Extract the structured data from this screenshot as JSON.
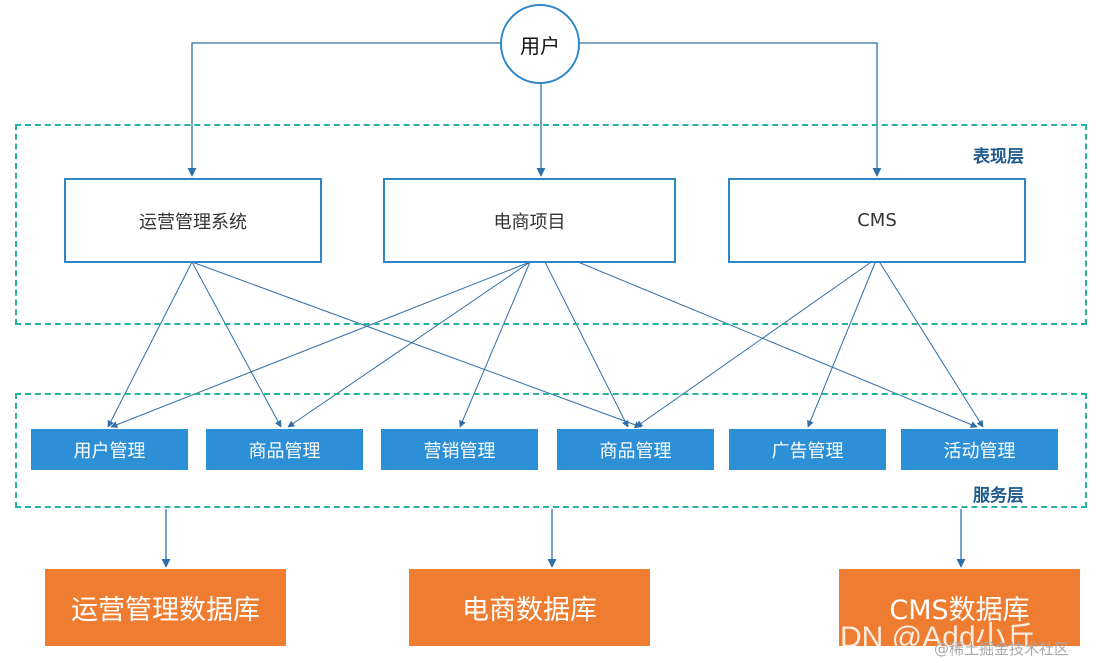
{
  "user": {
    "label": "用户"
  },
  "layers": {
    "presentation": {
      "label": "表现层"
    },
    "service": {
      "label": "服务层"
    }
  },
  "apps": [
    {
      "id": "ops",
      "label": "运营管理系统"
    },
    {
      "id": "ecom",
      "label": "电商项目"
    },
    {
      "id": "cms",
      "label": "CMS"
    }
  ],
  "services": [
    {
      "id": "user-mgmt",
      "label": "用户管理"
    },
    {
      "id": "goods-mgmt-1",
      "label": "商品管理"
    },
    {
      "id": "marketing-mgmt",
      "label": "营销管理"
    },
    {
      "id": "goods-mgmt-2",
      "label": "商品管理"
    },
    {
      "id": "ad-mgmt",
      "label": "广告管理"
    },
    {
      "id": "activity-mgmt",
      "label": "活动管理"
    }
  ],
  "databases": [
    {
      "id": "ops-db",
      "label": "运营管理数据库"
    },
    {
      "id": "ecom-db",
      "label": "电商数据库"
    },
    {
      "id": "cms-db",
      "label": "CMS数据库"
    }
  ],
  "connections": [
    {
      "from": "user",
      "to": "ops"
    },
    {
      "from": "user",
      "to": "ecom"
    },
    {
      "from": "user",
      "to": "cms"
    },
    {
      "from": "ops",
      "to": "user-mgmt"
    },
    {
      "from": "ops",
      "to": "goods-mgmt-1"
    },
    {
      "from": "ops",
      "to": "goods-mgmt-2"
    },
    {
      "from": "ecom",
      "to": "user-mgmt"
    },
    {
      "from": "ecom",
      "to": "goods-mgmt-1"
    },
    {
      "from": "ecom",
      "to": "marketing-mgmt"
    },
    {
      "from": "ecom",
      "to": "goods-mgmt-2"
    },
    {
      "from": "ecom",
      "to": "activity-mgmt"
    },
    {
      "from": "cms",
      "to": "goods-mgmt-2"
    },
    {
      "from": "cms",
      "to": "ad-mgmt"
    },
    {
      "from": "cms",
      "to": "activity-mgmt"
    },
    {
      "from": "service-layer",
      "to": "ops-db"
    },
    {
      "from": "service-layer",
      "to": "ecom-db"
    },
    {
      "from": "service-layer",
      "to": "cms-db"
    }
  ],
  "watermark": {
    "large": "DN @Add小丘",
    "small": "@稀土掘金技术社区"
  },
  "colors": {
    "line": "#2f6fa8",
    "zone_border": "#27b39d",
    "service_fill": "#2d8fd5",
    "database_fill": "#ef7d31",
    "app_border": "#2f86c7"
  }
}
